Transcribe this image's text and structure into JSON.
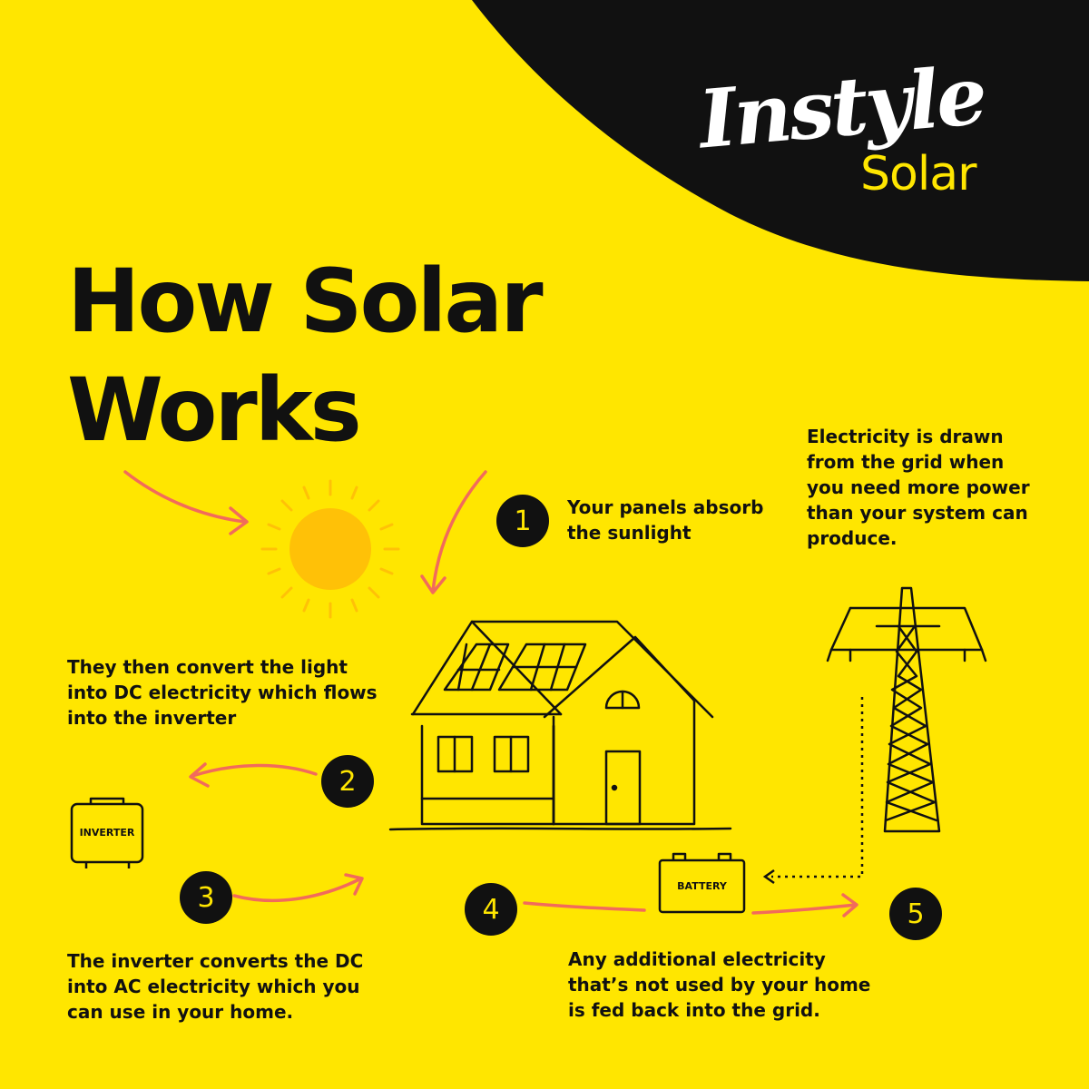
{
  "brand": {
    "name_script": "Instyle",
    "name_sub": "Solar",
    "colors": {
      "background": "#FFE600",
      "ink": "#111111",
      "accent_arrow": "#F26B5B",
      "sun": "#FFC107",
      "logo_white": "#FFFFFF"
    }
  },
  "title": {
    "line1": "How Solar",
    "line2": "Works"
  },
  "steps": [
    {
      "number": "1",
      "text": "Your panels absorb the sunlight"
    },
    {
      "number": "2",
      "text": "They then convert the light into DC electricity which flows into the inverter"
    },
    {
      "number": "3",
      "text": "The inverter converts the DC into AC electricity which you can use in your home."
    },
    {
      "number": "4",
      "text": "Any additional electricity that’s not used by your home is fed back into the grid."
    },
    {
      "number": "5",
      "text": "Electricity is drawn from the grid when you need more power than your system can produce."
    }
  ],
  "labels": {
    "inverter": "INVERTER",
    "battery": "BATTERY"
  },
  "icons": [
    "sun-icon",
    "house-icon",
    "solar-panel-icon",
    "inverter-icon",
    "battery-icon",
    "power-pylon-icon",
    "arrow-icon"
  ]
}
